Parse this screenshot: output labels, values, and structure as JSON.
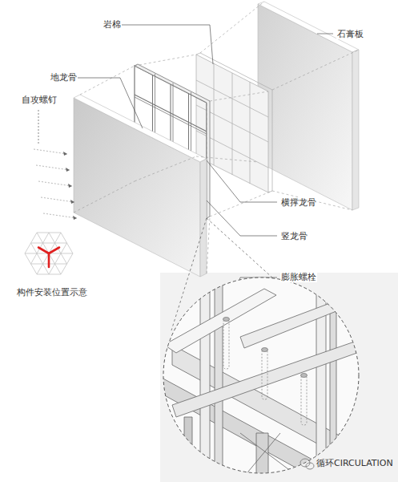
{
  "diagram": {
    "labels": [
      "岩棉",
      "石膏板",
      "地龙骨",
      "自攻螺钉",
      "横撑龙骨",
      "竖龙骨",
      "构件安装位置示意",
      "膨胀螺栓",
      "循环CIRCULATION"
    ]
  }
}
